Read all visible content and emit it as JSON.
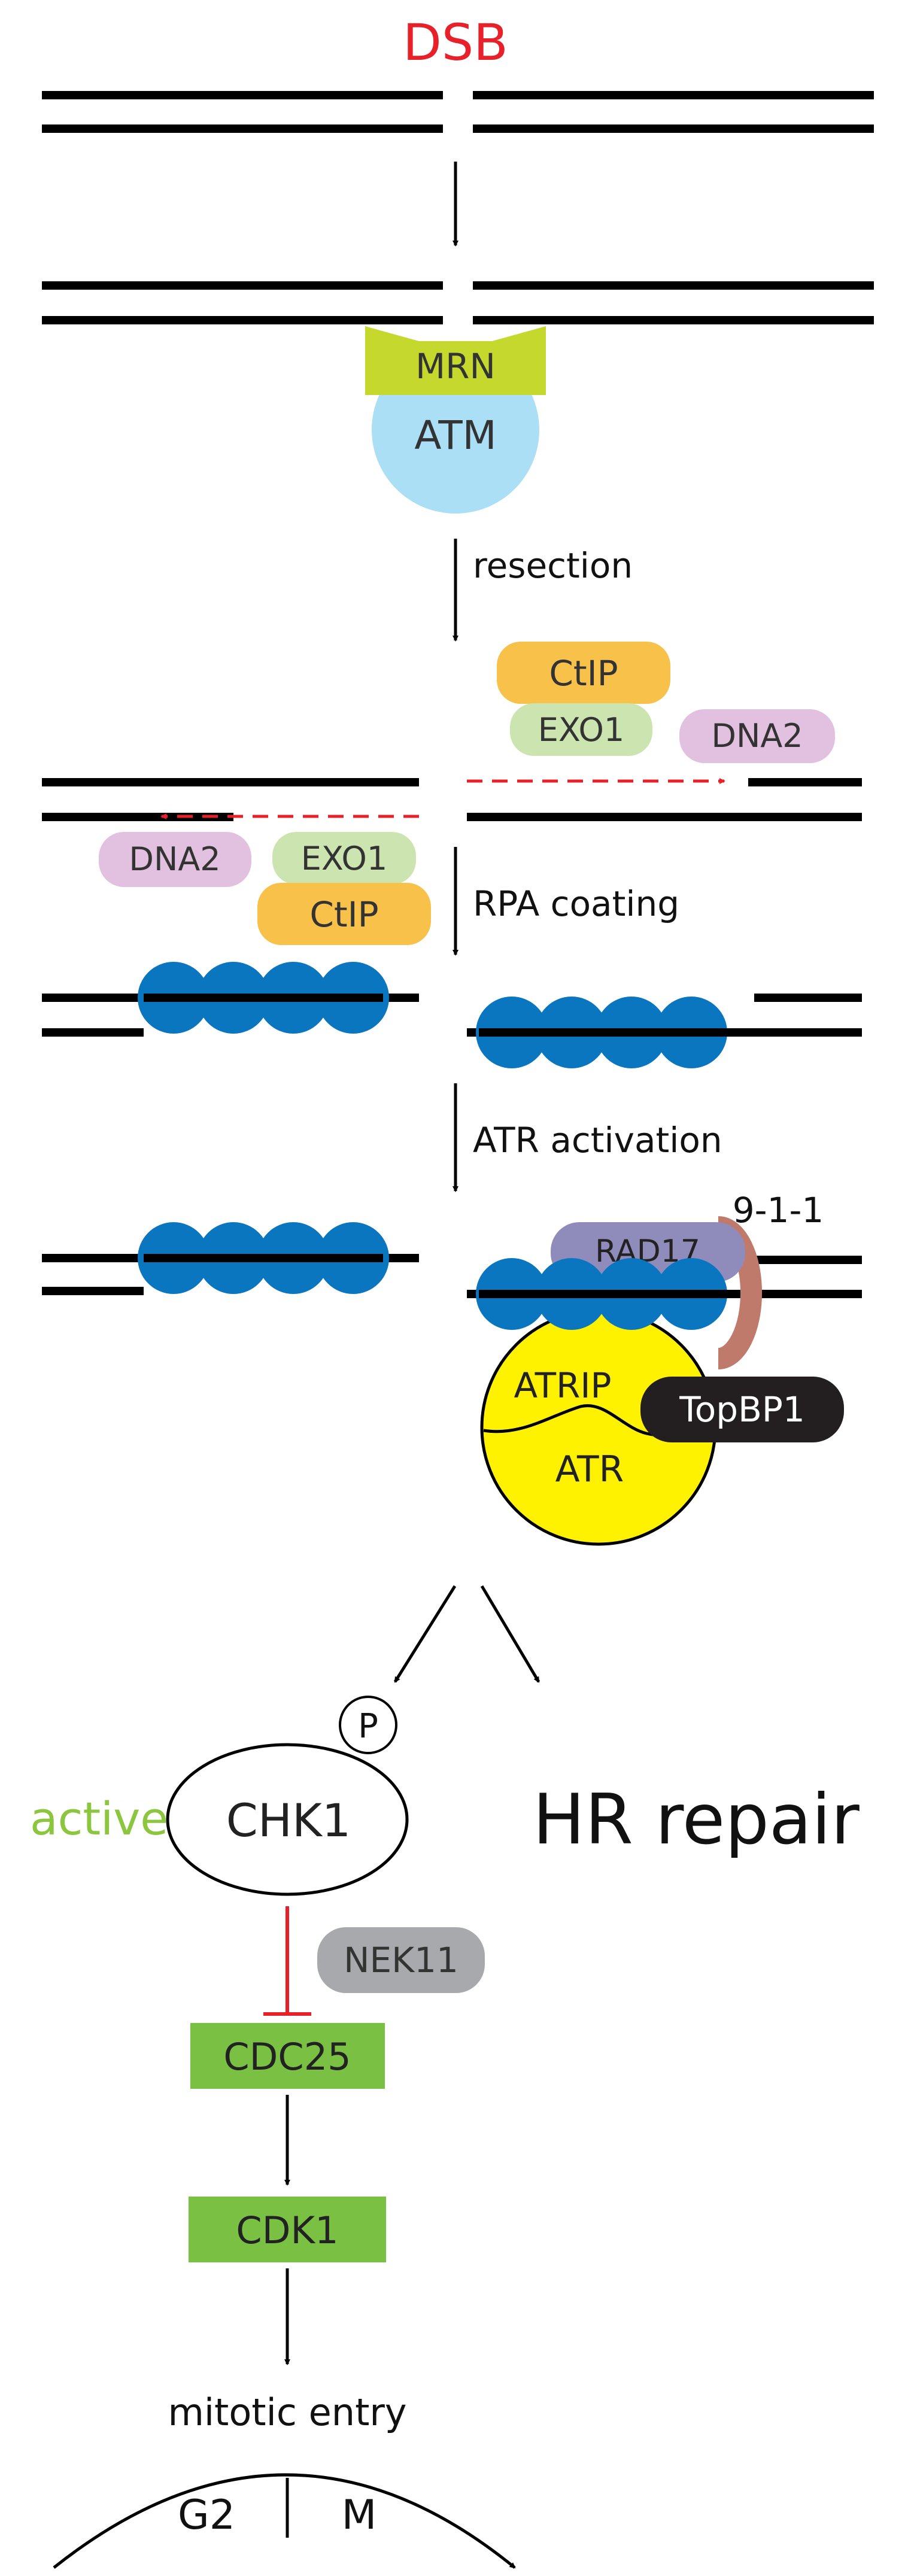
{
  "labels": {
    "dsb": "DSB",
    "mrn": "MRN",
    "atm": "ATM",
    "resection": "resection",
    "ctip": "CtIP",
    "exo1": "EXO1",
    "dna2": "DNA2",
    "rpa_coating": "RPA coating",
    "atr_activation": "ATR activation",
    "rad17": "RAD17",
    "nine_one_one": "9-1-1",
    "atrip": "ATRIP",
    "atr": "ATR",
    "topbp1": "TopBP1",
    "phospho": "P",
    "active": "active",
    "chk1": "CHK1",
    "hr_repair": "HR repair",
    "nek11": "NEK11",
    "cdc25": "CDC25",
    "cdk1": "CDK1",
    "mitotic_entry": "mitotic entry",
    "g2": "G2",
    "m": "M"
  },
  "colors": {
    "dna": "#000000",
    "dsb_label": "#e8202a",
    "mrn": "#c4d82e",
    "atm": "#aadff5",
    "ctip": "#f8c14a",
    "exo1": "#cce5b0",
    "dna2": "#e2c0e0",
    "resection_arrow": "#e8202a",
    "rpa": "#0b76c0",
    "rad17": "#8f8cbc",
    "nine_one_one": "#c07a6c",
    "atr_complex": "#fff200",
    "topbp1": "#231f20",
    "active_label": "#8cc63f",
    "inhibition": "#e8202a",
    "nek11": "#a7a9ac",
    "cdc": "#7ac143"
  }
}
